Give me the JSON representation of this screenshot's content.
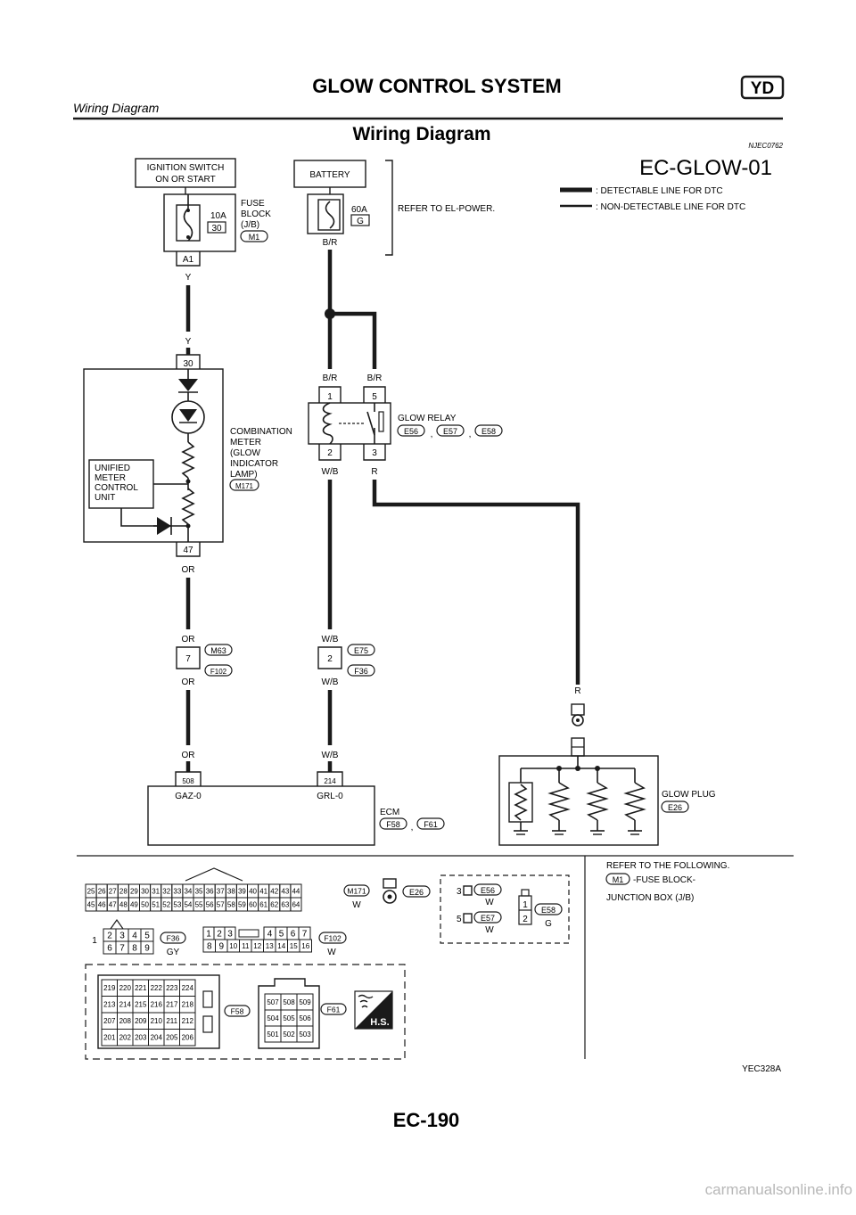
{
  "header": {
    "title": "GLOW CONTROL SYSTEM",
    "badge": "YD",
    "subtitle": "Wiring Diagram"
  },
  "section": {
    "title": "Wiring Diagram",
    "code": "NJEC0762"
  },
  "diagram": {
    "id": "EC-GLOW-01",
    "legend": {
      "detectable": ": DETECTABLE LINE FOR DTC",
      "non_detectable": ": NON-DETECTABLE LINE FOR DTC"
    },
    "ign": {
      "line1": "IGNITION SWITCH",
      "line2": "ON OR START"
    },
    "battery": "BATTERY",
    "fuse10": {
      "amp": "10A",
      "num": "30"
    },
    "fuseblock": {
      "l1": "FUSE",
      "l2": "BLOCK",
      "l3": "(J/B)",
      "conn": "M1"
    },
    "fuse60": {
      "amp": "60A",
      "num": "G"
    },
    "a1": "A1",
    "refer_power": "REFER TO EL-POWER.",
    "wires": {
      "y1": "Y",
      "y2": "Y",
      "br1": "B/R",
      "br2": "B/R",
      "br3": "B/R",
      "wb1": "W/B",
      "r1": "R",
      "or1": "OR",
      "or2": "OR",
      "or3": "OR",
      "or4": "OR",
      "wb2": "W/B",
      "wb3": "W/B",
      "wb4": "W/B",
      "r2": "R"
    },
    "meter": {
      "pin_top": "30",
      "pin_bot": "47",
      "l1": "COMBINATION",
      "l2": "METER",
      "l3": "(GLOW",
      "l4": "INDICATOR",
      "l5": "LAMP)",
      "conn": "M171",
      "unified": {
        "l1": "UNIFIED",
        "l2": "METER",
        "l3": "CONTROL",
        "l4": "UNIT"
      }
    },
    "relay": {
      "p1": "1",
      "p2": "2",
      "p3": "3",
      "p5": "5",
      "label": "GLOW RELAY",
      "c1": "E56",
      "c2": "E57",
      "c3": "E58",
      "comma": ","
    },
    "junction1": {
      "pin": "7",
      "c1": "M63",
      "c2": "F102"
    },
    "junction2": {
      "pin": "2",
      "c1": "E75",
      "c2": "F36"
    },
    "ecm": {
      "pin1": "508",
      "pin2": "214",
      "t1": "GAZ-0",
      "t2": "GRL-0",
      "label": "ECM",
      "c1": "F58",
      "c2": "F61",
      "comma": ","
    },
    "glowplug": {
      "l1": "GLOW PLUG",
      "conn": "E26"
    }
  },
  "connectors": {
    "m171": {
      "top": [
        "25",
        "26",
        "27",
        "28",
        "29",
        "30",
        "31",
        "32",
        "33",
        "34",
        "35",
        "36",
        "37",
        "38",
        "39",
        "40",
        "41",
        "42",
        "43",
        "44"
      ],
      "bot": [
        "45",
        "46",
        "47",
        "48",
        "49",
        "50",
        "51",
        "52",
        "53",
        "54",
        "55",
        "56",
        "57",
        "58",
        "59",
        "60",
        "61",
        "62",
        "63",
        "64"
      ],
      "name": "M171",
      "color": "W"
    },
    "e26": {
      "name": "E26"
    },
    "e56": {
      "pin": "3",
      "name": "E56",
      "color": "W"
    },
    "e57": {
      "pin": "5",
      "name": "E57",
      "color": "W"
    },
    "e58": {
      "p1": "1",
      "p2": "2",
      "name": "E58",
      "color": "G"
    },
    "f36": {
      "side": "1",
      "top": [
        "2",
        "3",
        "4",
        "5"
      ],
      "bot": [
        "6",
        "7",
        "8",
        "9"
      ],
      "name": "F36",
      "color": "GY"
    },
    "f102": {
      "top": [
        "1",
        "2",
        "3",
        "4",
        "5",
        "6",
        "7"
      ],
      "bot": [
        "8",
        "9",
        "10",
        "11",
        "12",
        "13",
        "14",
        "15",
        "16"
      ],
      "name": "F102",
      "color": "W"
    },
    "f58": {
      "rows": [
        [
          "219",
          "220",
          "221",
          "222",
          "223",
          "224"
        ],
        [
          "213",
          "214",
          "215",
          "216",
          "217",
          "218"
        ],
        [
          "207",
          "208",
          "209",
          "210",
          "211",
          "212"
        ],
        [
          "201",
          "202",
          "203",
          "204",
          "205",
          "206"
        ]
      ],
      "name": "F58"
    },
    "f61": {
      "rows": [
        [
          "507",
          "508",
          "509"
        ],
        [
          "504",
          "505",
          "506"
        ],
        [
          "501",
          "502",
          "503"
        ]
      ],
      "name": "F61"
    },
    "hs": "H.S."
  },
  "refer": {
    "title": "REFER TO THE FOLLOWING.",
    "conn": "M1",
    "text1": "-FUSE BLOCK-",
    "text2": "JUNCTION BOX (J/B)"
  },
  "figure_id": "YEC328A",
  "page_number": "EC-190",
  "footer_site": "carmanualsonline.info"
}
